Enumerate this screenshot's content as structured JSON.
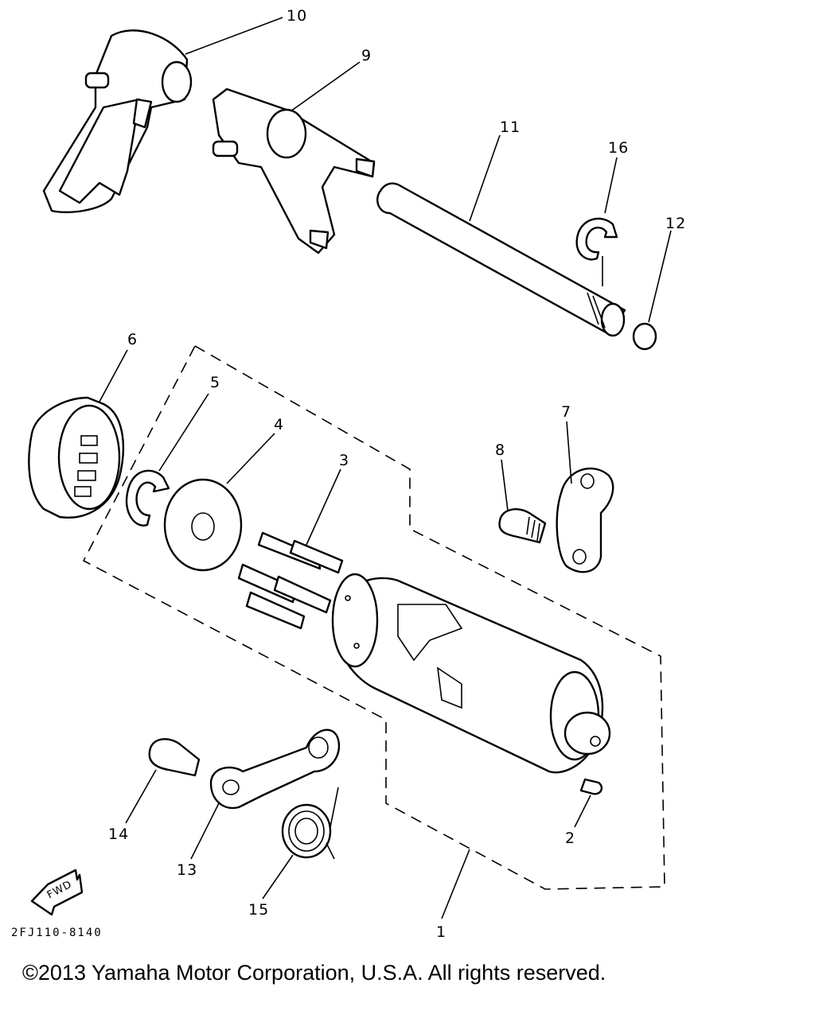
{
  "callouts": {
    "c1": "1",
    "c2": "2",
    "c3": "3",
    "c4": "4",
    "c5": "5",
    "c6": "6",
    "c7": "7",
    "c8": "8",
    "c9": "9",
    "c10": "10",
    "c11": "11",
    "c12": "12",
    "c13": "13",
    "c14": "14",
    "c15": "15",
    "c16": "16"
  },
  "fwd_label": "FWD",
  "diagram_code": "2FJ110-8140",
  "copyright": "©2013 Yamaha Motor Corporation, U.S.A. All rights reserved."
}
